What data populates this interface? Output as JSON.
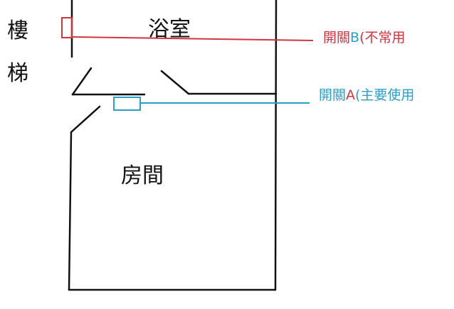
{
  "labels": {
    "stairs_1": "樓",
    "stairs_2": "梯",
    "bathroom": "浴室",
    "room": "房間"
  },
  "switch_b": {
    "prefix": "開關",
    "letter": "B",
    "suffix": "(不常用"
  },
  "switch_a": {
    "prefix": "開關",
    "letter": "A",
    "suffix": "(主要使用"
  },
  "colors": {
    "red": "#d2353d",
    "blue": "#2a9fc8",
    "line": "#111111"
  }
}
